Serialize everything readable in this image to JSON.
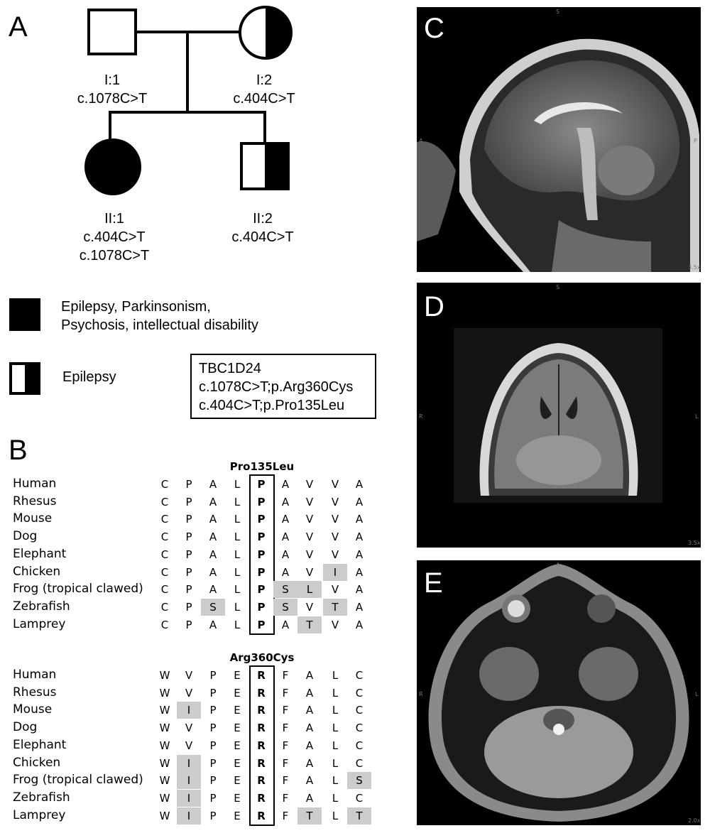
{
  "panels": {
    "a": "A",
    "b": "B",
    "c": "C",
    "d": "D",
    "e": "E"
  },
  "pedigree": {
    "i1": {
      "id": "I:1",
      "variants": [
        "c.1078C>T"
      ]
    },
    "i2": {
      "id": "I:2",
      "variants": [
        "c.404C>T"
      ]
    },
    "ii1": {
      "id": "II:1",
      "variants": [
        "c.404C>T",
        "c.1078C>T"
      ]
    },
    "ii2": {
      "id": "II:2",
      "variants": [
        "c.404C>T"
      ]
    }
  },
  "legend": {
    "full": [
      "Epilepsy, Parkinsonism,",
      "Psychosis, intellectual disability"
    ],
    "half": "Epilepsy"
  },
  "gene_box": [
    "TBC1D24",
    "c.1078C>T;p.Arg360Cys",
    "c.404C>T;p.Pro135Leu"
  ],
  "alignments": [
    {
      "title": "Pro135Leu",
      "rows": [
        {
          "species": "Human",
          "seq": [
            "C",
            "P",
            "A",
            "L",
            "P",
            "A",
            "V",
            "V",
            "A"
          ],
          "shaded": []
        },
        {
          "species": "Rhesus",
          "seq": [
            "C",
            "P",
            "A",
            "L",
            "P",
            "A",
            "V",
            "V",
            "A"
          ],
          "shaded": []
        },
        {
          "species": "Mouse",
          "seq": [
            "C",
            "P",
            "A",
            "L",
            "P",
            "A",
            "V",
            "V",
            "A"
          ],
          "shaded": []
        },
        {
          "species": "Dog",
          "seq": [
            "C",
            "P",
            "A",
            "L",
            "P",
            "A",
            "V",
            "V",
            "A"
          ],
          "shaded": []
        },
        {
          "species": "Elephant",
          "seq": [
            "C",
            "P",
            "A",
            "L",
            "P",
            "A",
            "V",
            "V",
            "A"
          ],
          "shaded": []
        },
        {
          "species": "Chicken",
          "seq": [
            "C",
            "P",
            "A",
            "L",
            "P",
            "A",
            "V",
            "I",
            "A"
          ],
          "shaded": [
            7
          ]
        },
        {
          "species": "Frog (tropical clawed)",
          "seq": [
            "C",
            "P",
            "A",
            "L",
            "P",
            "S",
            "L",
            "V",
            "A"
          ],
          "shaded": [
            5,
            6
          ]
        },
        {
          "species": "Zebrafish",
          "seq": [
            "C",
            "P",
            "S",
            "L",
            "P",
            "S",
            "V",
            "T",
            "A"
          ],
          "shaded": [
            2,
            5,
            7
          ]
        },
        {
          "species": "Lamprey",
          "seq": [
            "C",
            "P",
            "A",
            "L",
            "P",
            "A",
            "T",
            "V",
            "A"
          ],
          "shaded": [
            6
          ]
        }
      ]
    },
    {
      "title": "Arg360Cys",
      "rows": [
        {
          "species": "Human",
          "seq": [
            "W",
            "V",
            "P",
            "E",
            "R",
            "F",
            "A",
            "L",
            "C"
          ],
          "shaded": []
        },
        {
          "species": "Rhesus",
          "seq": [
            "W",
            "V",
            "P",
            "E",
            "R",
            "F",
            "A",
            "L",
            "C"
          ],
          "shaded": []
        },
        {
          "species": "Mouse",
          "seq": [
            "W",
            "I",
            "P",
            "E",
            "R",
            "F",
            "A",
            "L",
            "C"
          ],
          "shaded": [
            1
          ]
        },
        {
          "species": "Dog",
          "seq": [
            "W",
            "V",
            "P",
            "E",
            "R",
            "F",
            "A",
            "L",
            "C"
          ],
          "shaded": []
        },
        {
          "species": "Elephant",
          "seq": [
            "W",
            "V",
            "P",
            "E",
            "R",
            "F",
            "A",
            "L",
            "C"
          ],
          "shaded": []
        },
        {
          "species": "Chicken",
          "seq": [
            "W",
            "I",
            "P",
            "E",
            "R",
            "F",
            "A",
            "L",
            "C"
          ],
          "shaded": [
            1
          ]
        },
        {
          "species": "Frog (tropical clawed)",
          "seq": [
            "W",
            "I",
            "P",
            "E",
            "R",
            "F",
            "A",
            "L",
            "S"
          ],
          "shaded": [
            1,
            8
          ]
        },
        {
          "species": "Zebrafish",
          "seq": [
            "W",
            "I",
            "P",
            "E",
            "R",
            "F",
            "A",
            "L",
            "C"
          ],
          "shaded": [
            1
          ]
        },
        {
          "species": "Lamprey",
          "seq": [
            "W",
            "I",
            "P",
            "E",
            "R",
            "F",
            "T",
            "L",
            "T"
          ],
          "shaded": [
            1,
            6,
            8
          ]
        }
      ]
    }
  ],
  "mri_orientation": {
    "c": {
      "top": "S",
      "left": "A",
      "right": "P",
      "scale": "3.5x"
    },
    "d": {
      "top": "S",
      "left": "R",
      "right": "L",
      "scale": "3.5x"
    },
    "e": {
      "top": "A",
      "left": "R",
      "right": "L",
      "scale": "2.0x"
    }
  }
}
